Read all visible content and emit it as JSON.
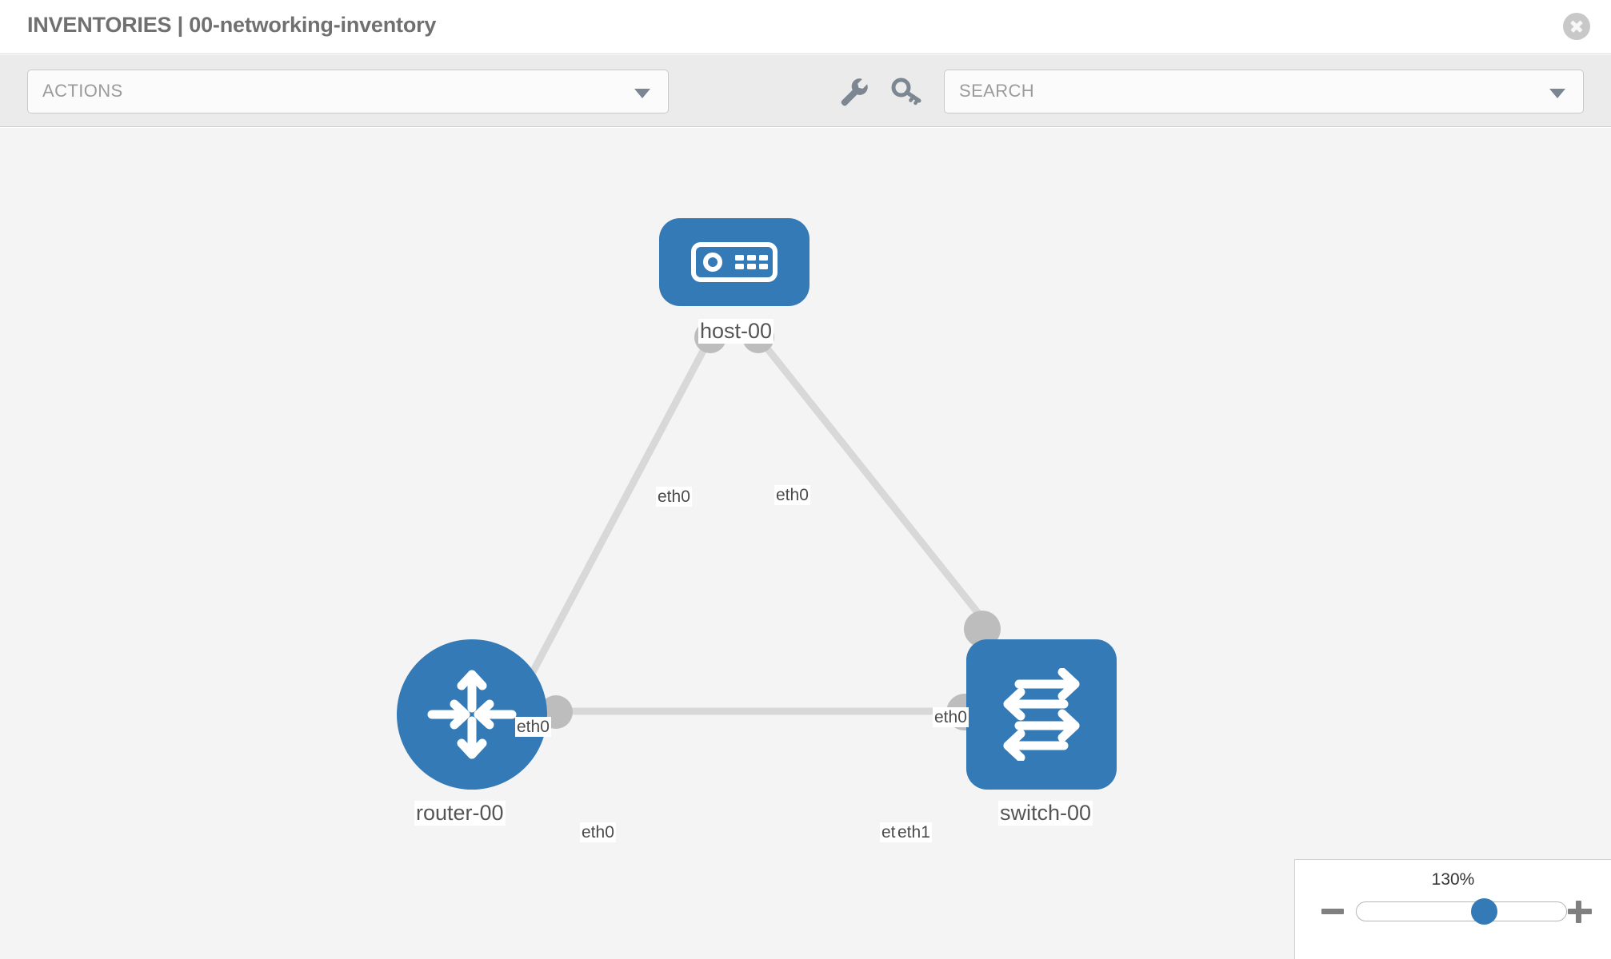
{
  "header": {
    "title": "INVENTORIES | 00-networking-inventory",
    "close_icon": "close-circle-icon"
  },
  "toolbar": {
    "actions_label": "ACTIONS",
    "actions_caret_icon": "chevron-down-icon",
    "wrench_icon": "wrench-icon",
    "key_icon": "key-icon",
    "search_placeholder": "SEARCH",
    "search_value": "",
    "search_caret_icon": "chevron-down-icon"
  },
  "topology": {
    "background_color": "#f4f4f4",
    "node_color": "#337ab7",
    "link_color": "#d8d8d8",
    "nub_color": "#bdbdbd",
    "nodes": [
      {
        "id": "host-00",
        "label": "host-00",
        "type": "host",
        "icon": "server-icon",
        "shape": "rounded-rect"
      },
      {
        "id": "router-00",
        "label": "router-00",
        "type": "router",
        "icon": "router-arrows-icon",
        "shape": "circle"
      },
      {
        "id": "switch-00",
        "label": "switch-00",
        "type": "switch",
        "icon": "switch-arrows-icon",
        "shape": "rounded-square"
      }
    ],
    "links": [
      {
        "source": "host-00",
        "source_iface": "eth0",
        "target": "router-00",
        "target_iface": "eth0"
      },
      {
        "source": "host-00",
        "source_iface": "eth0",
        "target": "switch-00",
        "target_iface": "eth0"
      },
      {
        "source": "router-00",
        "source_iface": "eth0",
        "target": "switch-00",
        "target_iface": "eth1"
      }
    ],
    "iface_labels": [
      {
        "name": "host-left-eth0",
        "text": "eth0"
      },
      {
        "name": "host-right-eth0",
        "text": "eth0"
      },
      {
        "name": "router-up-eth0",
        "text": "eth0"
      },
      {
        "name": "switch-up-eth0",
        "text": "eth0"
      },
      {
        "name": "router-right-eth0",
        "text": "eth0"
      },
      {
        "name": "switch-left-eth0",
        "text": "eth"
      },
      {
        "name": "switch-left-eth1",
        "text": "eth1"
      }
    ]
  },
  "zoom_control": {
    "percent_label": "130%",
    "minus_label": "−",
    "plus_label": "+",
    "value": 130,
    "thumb_position_pct": 61
  }
}
